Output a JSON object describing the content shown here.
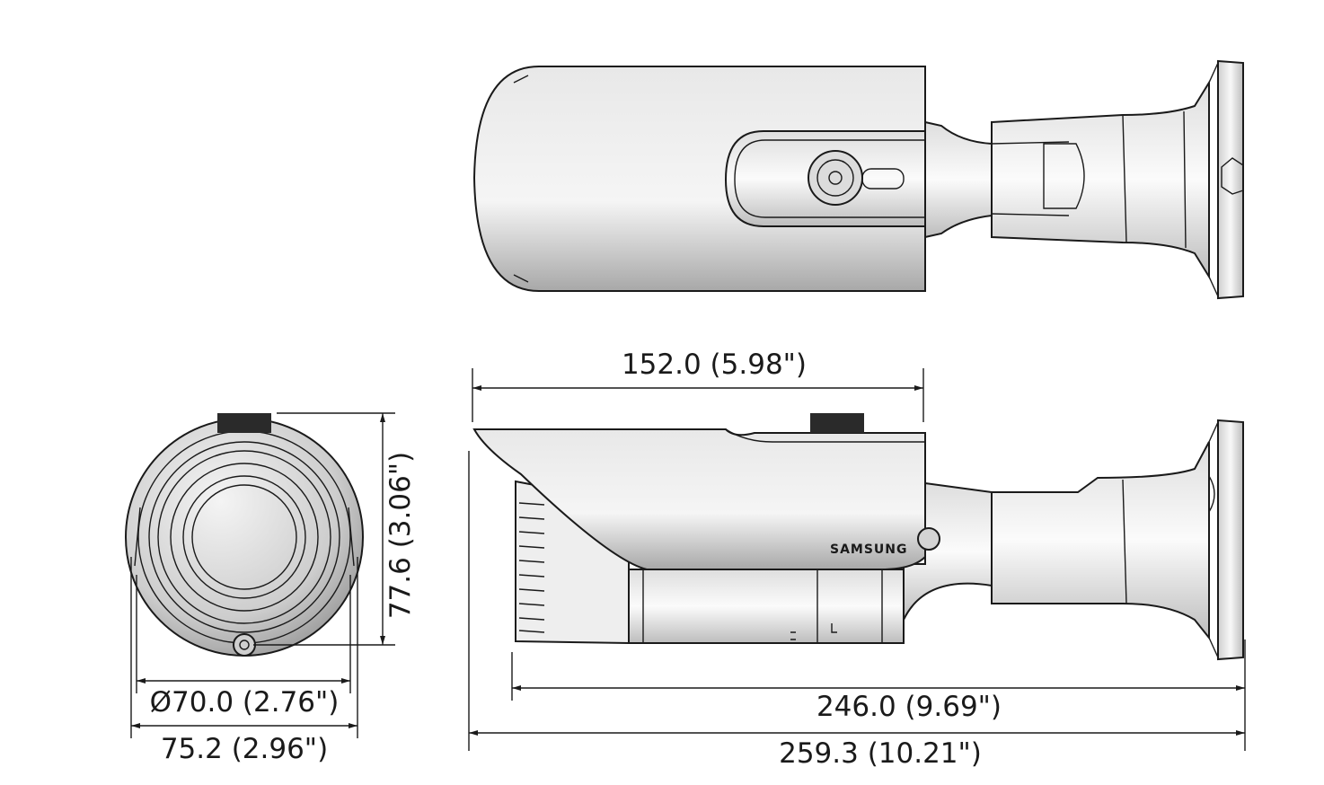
{
  "diagram": {
    "brand_label": "SAMSUNG",
    "colors": {
      "stroke": "#1a1a1a",
      "body_light": "#f2f2f2",
      "body_mid": "#c8c8c8",
      "body_dark": "#9a9a9a"
    },
    "dimensions": {
      "body_length": "152.0 (5.98\")",
      "bracket_length": "246.0 (9.69\")",
      "overall_length": "259.3 (10.21\")",
      "height": "77.6 (3.06\")",
      "diameter": "Ø70.0 (2.76\")",
      "width": "75.2 (2.96\")"
    }
  }
}
